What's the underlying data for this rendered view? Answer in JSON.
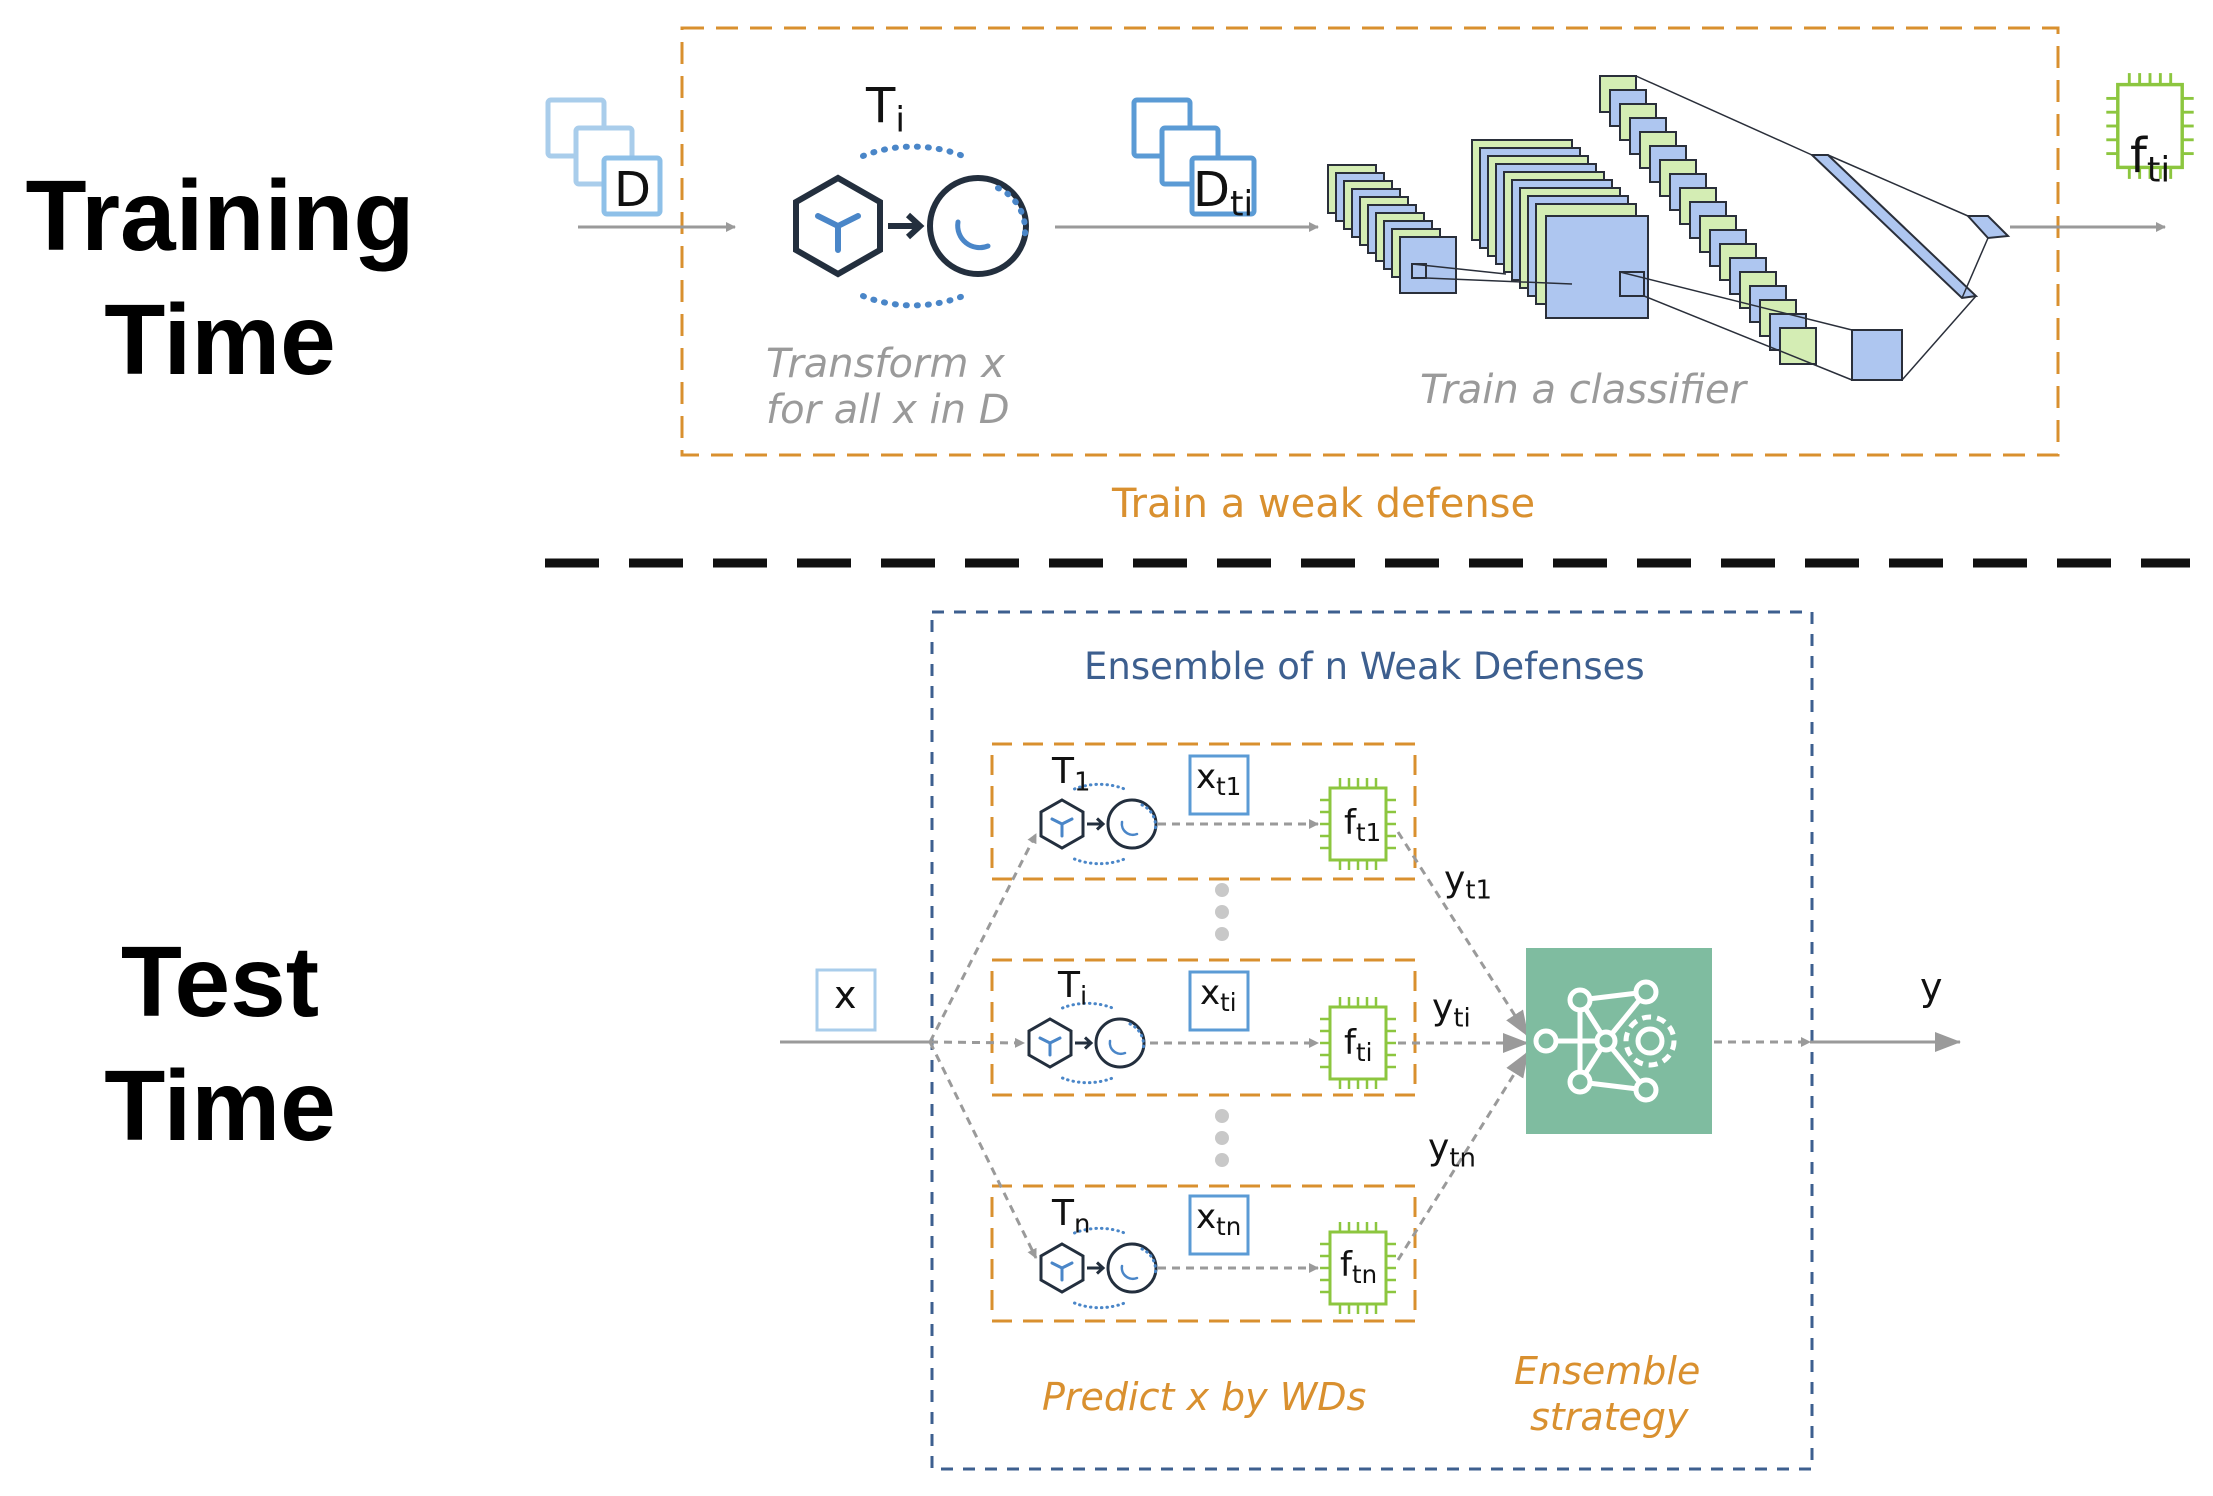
{
  "sections": {
    "training_title": [
      "Training",
      "Time"
    ],
    "test_title": [
      "Test",
      "Time"
    ]
  },
  "training": {
    "dataset_label": "D",
    "transform_symbol": "T",
    "transform_sub": "i",
    "transformed_dataset": "D",
    "transformed_dataset_sub": "ti",
    "transform_caption": [
      "Transform x",
      "for all x in D"
    ],
    "classifier_caption": "Train a classifier",
    "output_symbol": "f",
    "output_sub": "ti",
    "box_caption": "Train a weak defense"
  },
  "test": {
    "input_label": "x",
    "ensemble_title": "Ensemble of n Weak Defenses",
    "rows": [
      {
        "t_sub": "1",
        "x_sub": "t1",
        "f_sub": "t1",
        "y_sub": "t1"
      },
      {
        "t_sub": "i",
        "x_sub": "ti",
        "f_sub": "ti",
        "y_sub": "ti"
      },
      {
        "t_sub": "n",
        "x_sub": "tn",
        "f_sub": "tn",
        "y_sub": "tn"
      }
    ],
    "symbol_T": "T",
    "symbol_x": "x",
    "symbol_f": "f",
    "symbol_y": "y",
    "output_label": "y",
    "predict_caption": "Predict x by WDs",
    "strategy_caption": [
      "Ensemble",
      "strategy"
    ]
  },
  "colors": {
    "orange": "#d9902f",
    "blue_dashed": "#3d5f8f",
    "dataset_blue": "#5b9bd5",
    "chip_green": "#8cc63f",
    "layer_green": "#d4edb4",
    "layer_blue": "#aec6f0",
    "ensemble_green": "#7fbca0",
    "arrow_grey": "#9a9a9a"
  },
  "icons": [
    "dataset-stack-icon",
    "transform-icon",
    "cnn-classifier-icon",
    "chip-icon",
    "ensemble-strategy-icon"
  ]
}
